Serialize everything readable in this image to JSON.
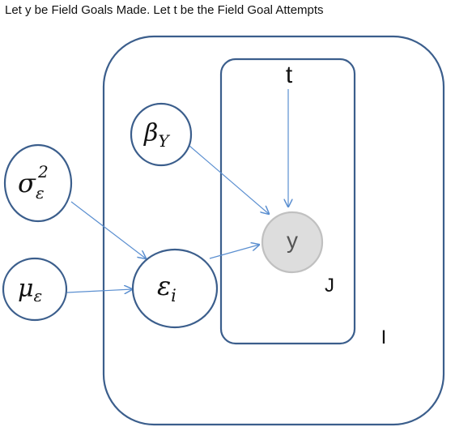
{
  "caption": "Let y be Field Goals Made. Let t be the Field Goal Attempts",
  "colors": {
    "plate_stroke": "#3b5e8c",
    "arrow": "#5b8fd0",
    "observed_fill": "#dddddd",
    "observed_stroke": "#c0c0c0"
  },
  "nodes": {
    "t": "t",
    "y": "y",
    "beta": {
      "base": "β",
      "sub": "Y"
    },
    "sigma": {
      "base": "σ",
      "sub": "ε",
      "sup": "2"
    },
    "mu": {
      "base": "μ",
      "sub": "ε"
    },
    "epsilon": {
      "base": "ε",
      "sub": "i"
    }
  },
  "plates": {
    "inner_label": "J",
    "outer_label": "I"
  }
}
